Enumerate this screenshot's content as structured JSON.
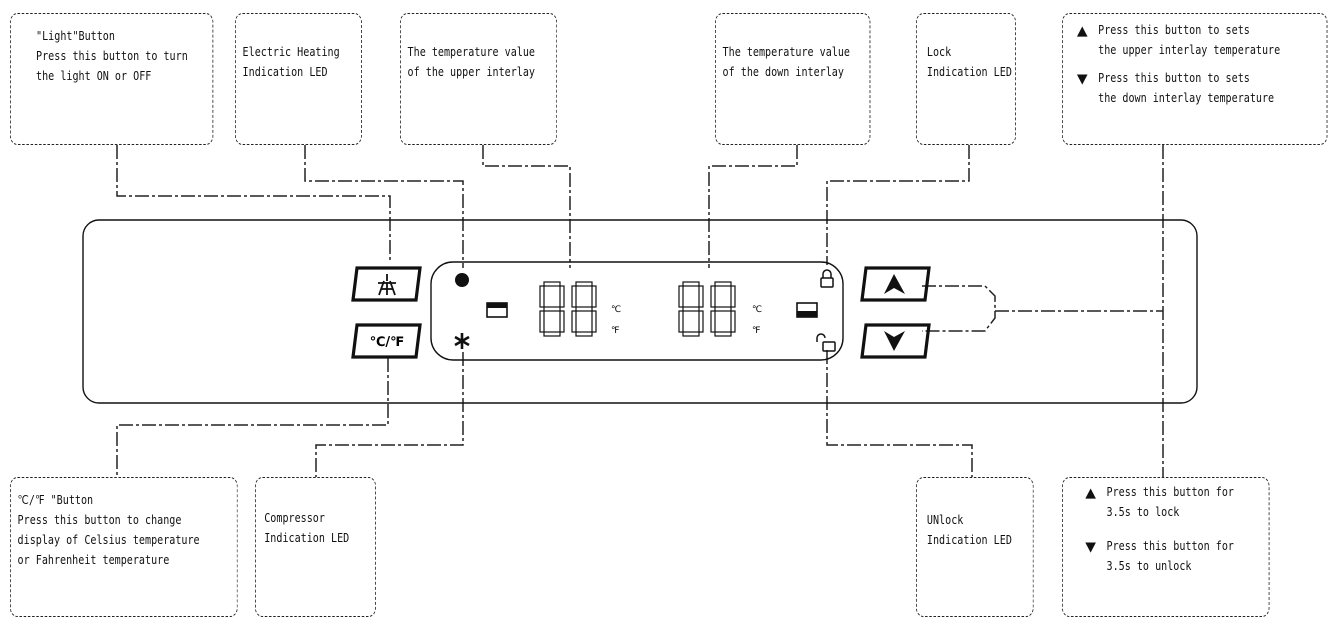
{
  "light_button": {
    "title": "\"Light\"Button",
    "line1": "Press this button to turn",
    "line2": "the light ON or OFF"
  },
  "heating_led": {
    "line1": "Electric Heating",
    "line2": "Indication LED"
  },
  "upper_value": {
    "line1": "The temperature value",
    "line2": "of the upper interlay"
  },
  "down_value": {
    "line1": "The temperature value",
    "line2": "of the down interlay"
  },
  "lock_led": {
    "line1": "Lock",
    "line2": "Indication LED"
  },
  "set_buttons": {
    "up_line1": "Press this button to sets",
    "up_line2": "the upper interlay temperature",
    "down_line1": "Press this button to sets",
    "down_line2": "the down interlay temperature"
  },
  "cf_button": {
    "title": "℃/℉ \"Button",
    "line1": "Press this button to change",
    "line2": "display of Celsius temperature",
    "line3": "or Fahrenheit temperature"
  },
  "compressor_led": {
    "line1": "Compressor",
    "line2": "Indication LED"
  },
  "unlock_led": {
    "line1": "UNlock",
    "line2": "Indication LED"
  },
  "lock_buttons": {
    "up_line1": "Press this button for",
    "up_line2": "3.5s to lock",
    "down_line1": "Press this button for",
    "down_line2": "3.5s to unlock"
  },
  "panel": {
    "cf_label": "℃/℉",
    "digits_left": "88",
    "digits_right": "88",
    "unit_c": "℃",
    "unit_f": "℉"
  }
}
